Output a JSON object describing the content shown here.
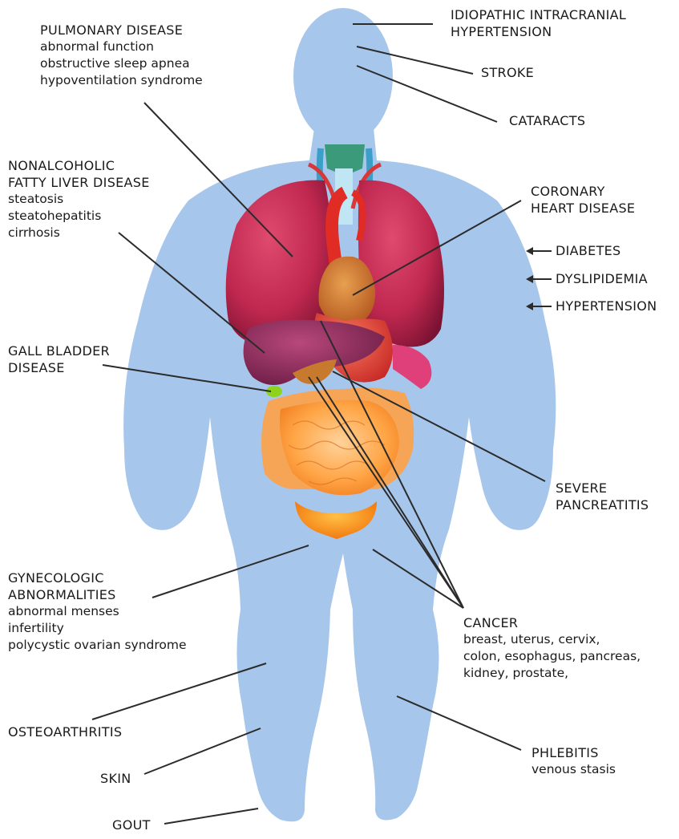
{
  "colors": {
    "body": "#a7c6ec",
    "lungs": "#c0284f",
    "heart": "#d07a2c",
    "liver": "#8e2a5c",
    "stomach": "#e5463c",
    "intestine": "#ffa040",
    "bladder": "#ff9a1e",
    "gallbladder": "#8fd21c",
    "lines": "#2b2b2b"
  },
  "labels": {
    "iih": [
      "IDIOPATHIC INTRACRANIAL",
      "HYPERTENSION"
    ],
    "stroke": "STROKE",
    "cataracts": "CATARACTS",
    "pulmonary": {
      "title": "PULMONARY DISEASE",
      "items": [
        "abnormal function",
        "obstructive sleep apnea",
        "hypoventilation syndrome"
      ]
    },
    "nafld": {
      "title": [
        "NONALCOHOLIC",
        "FATTY LIVER DISEASE"
      ],
      "items": [
        "steatosis",
        "steatohepatitis",
        "cirrhosis"
      ]
    },
    "coronary": [
      "CORONARY",
      "HEART DISEASE"
    ],
    "diabetes": "DIABETES",
    "dyslipidemia": "DYSLIPIDEMIA",
    "hypertension": "HYPERTENSION",
    "gallbladder": [
      "GALL BLADDER",
      "DISEASE"
    ],
    "pancreatitis": [
      "SEVERE",
      "PANCREATITIS"
    ],
    "gynecologic": {
      "title": [
        "GYNECOLOGIC",
        "ABNORMALITIES"
      ],
      "items": [
        "abnormal menses",
        "infertility",
        "polycystic ovarian syndrome"
      ]
    },
    "cancer": {
      "title": "CANCER",
      "items": [
        "breast, uterus, cervix,",
        "colon, esophagus, pancreas,",
        "kidney, prostate,"
      ]
    },
    "osteoarthritis": "OSTEOARTHRITIS",
    "skin": "SKIN",
    "gout": "GOUT",
    "phlebitis": {
      "title": "PHLEBITIS",
      "items": [
        "venous stasis"
      ]
    }
  }
}
